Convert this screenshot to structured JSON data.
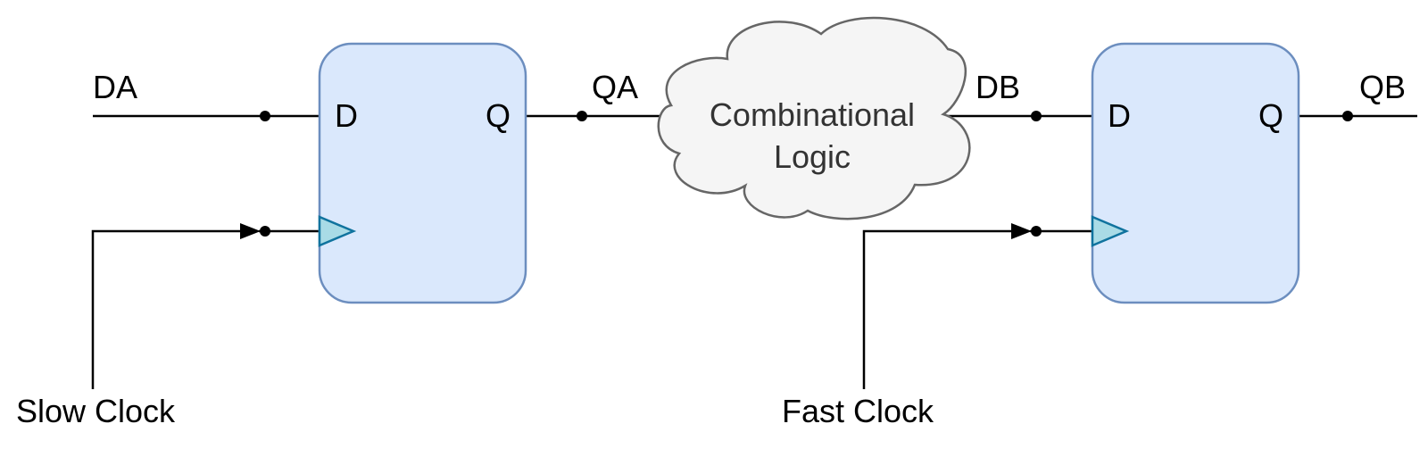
{
  "signals": {
    "da": "DA",
    "qa": "QA",
    "db": "DB",
    "qb": "QB"
  },
  "flip_flops": [
    {
      "d_port": "D",
      "q_port": "Q"
    },
    {
      "d_port": "D",
      "q_port": "Q"
    }
  ],
  "combinational": {
    "line1": "Combinational",
    "line2": "Logic"
  },
  "clocks": {
    "slow": "Slow Clock",
    "fast": "Fast Clock"
  },
  "colors": {
    "ff_fill": "#dae8fc",
    "ff_stroke": "#6c8ebf",
    "clock_triangle_fill": "#a9dbe6",
    "clock_triangle_stroke": "#10739e",
    "cloud_fill": "#f5f5f5",
    "cloud_stroke": "#666666",
    "wire": "#000000"
  }
}
